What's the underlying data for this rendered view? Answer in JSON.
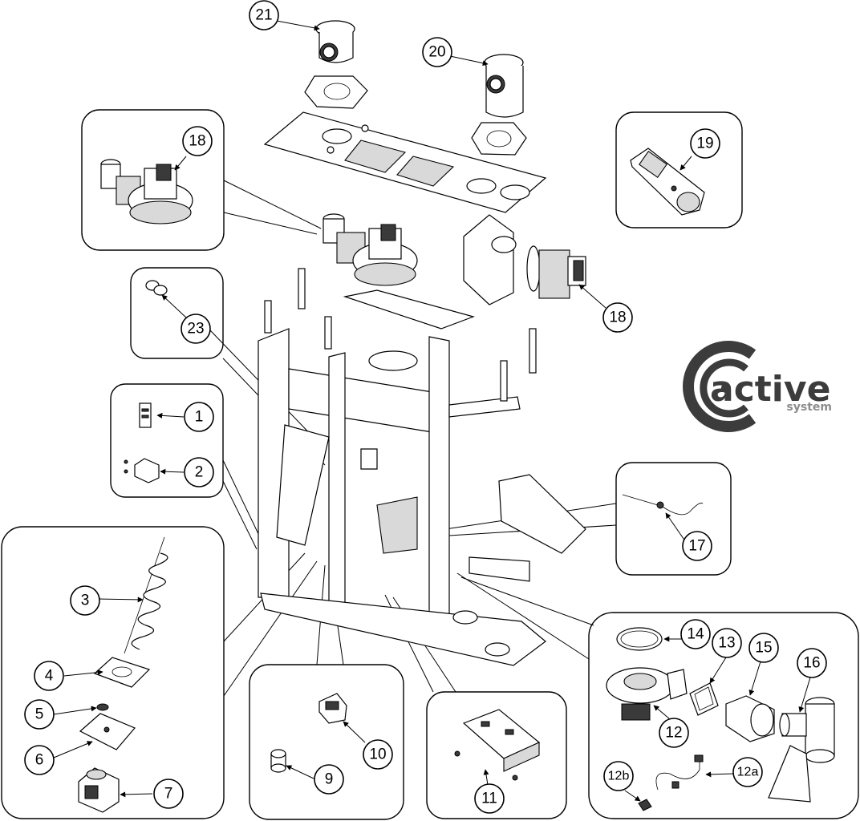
{
  "logo": {
    "word": "active",
    "sub": "system",
    "colors": {
      "dark": "#3c3c3c",
      "grey": "#8c8c8c"
    }
  },
  "callouts": {
    "c1": "1",
    "c2": "2",
    "c3": "3",
    "c4": "4",
    "c5": "5",
    "c6": "6",
    "c7": "7",
    "c9": "9",
    "c10": "10",
    "c11": "11",
    "c12": "12",
    "c12a": "12a",
    "c12b": "12b",
    "c13": "13",
    "c14": "14",
    "c15": "15",
    "c16": "16",
    "c17": "17",
    "c18a": "18",
    "c18b": "18",
    "c19": "19",
    "c20": "20",
    "c21": "21",
    "c23": "23"
  }
}
